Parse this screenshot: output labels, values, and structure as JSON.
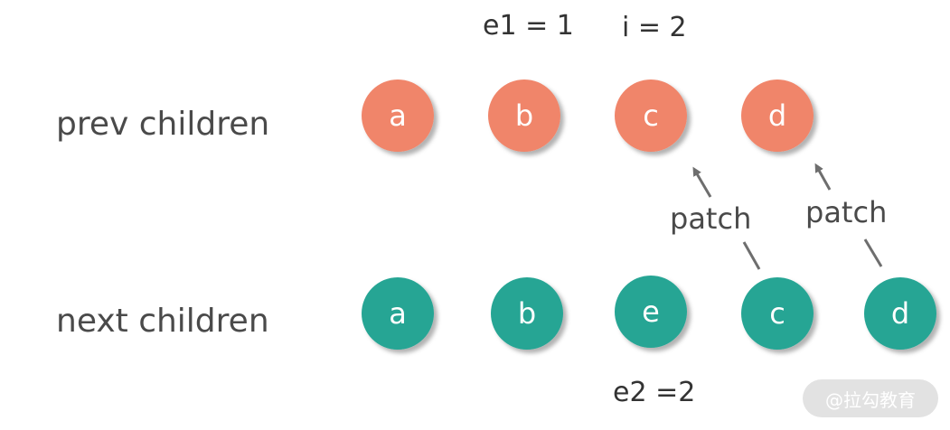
{
  "labels": {
    "prev_row": "prev children",
    "next_row": "next children"
  },
  "annotations": {
    "e1": "e1 = 1",
    "i": "i = 2",
    "e2": "e2 =2"
  },
  "patch_label": "patch",
  "prev_children": [
    "a",
    "b",
    "c",
    "d"
  ],
  "next_children": [
    "a",
    "b",
    "e",
    "c",
    "d"
  ],
  "colors": {
    "prev_node": "#f0856a",
    "next_node": "#26a594",
    "arrow": "#6e6e6e",
    "label_text": "#4a4a4a"
  },
  "watermark": "@拉勾教育"
}
